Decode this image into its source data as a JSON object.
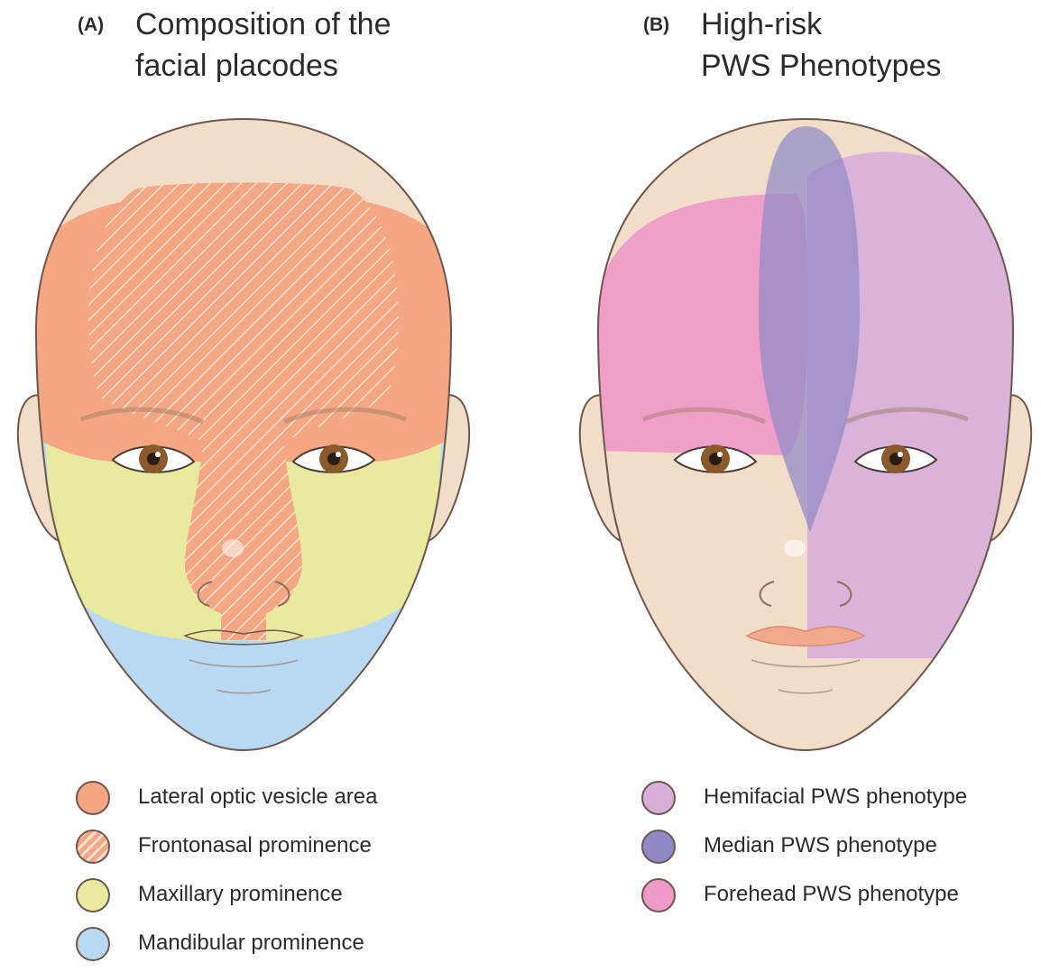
{
  "panel_a": {
    "letter": "(A)",
    "title_line1": "Composition of the",
    "title_line2": "facial placodes",
    "legend": [
      {
        "label": "Lateral optic vesicle area",
        "color": "#f5a682",
        "hatched": false
      },
      {
        "label": "Frontonasal prominence",
        "color": "#f5a682",
        "hatched": true
      },
      {
        "label": "Maxillary prominence",
        "color": "#e8eaa0",
        "hatched": false
      },
      {
        "label": "Mandibular prominence",
        "color": "#b9d9f2",
        "hatched": false
      }
    ]
  },
  "panel_b": {
    "letter": "(B)",
    "title_line1": "High-risk",
    "title_line2": "PWS Phenotypes",
    "legend": [
      {
        "label": "Hemifacial PWS phenotype",
        "color": "#d7b0da"
      },
      {
        "label": "Median PWS phenotype",
        "color": "#8f89c6"
      },
      {
        "label": "Forehead PWS phenotype",
        "color": "#f09ac8"
      }
    ]
  },
  "colors": {
    "skin": "#f2ddc9",
    "outline": "#6e564c",
    "iris": "#8a5a2b"
  },
  "icons": [
    "face-a-illustration",
    "face-b-illustration"
  ]
}
